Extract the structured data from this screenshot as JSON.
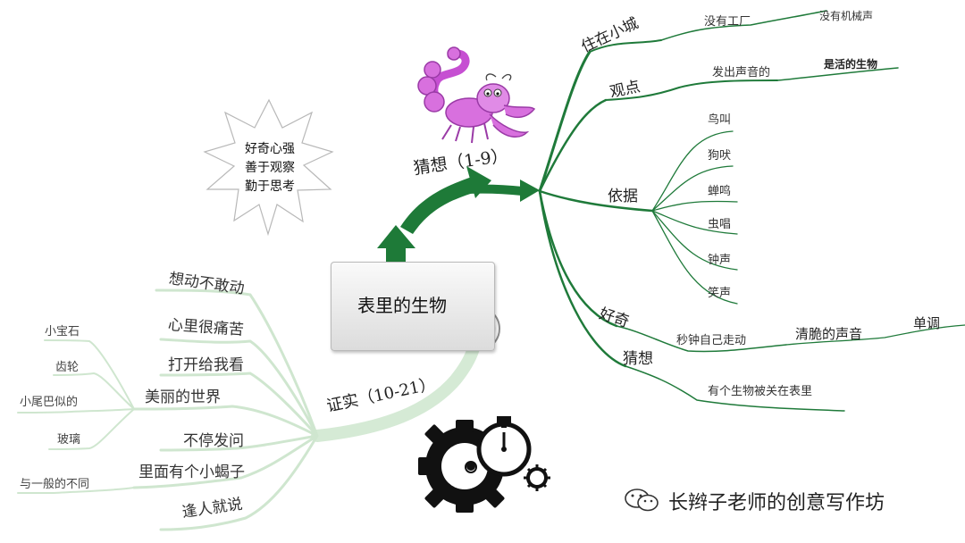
{
  "center": {
    "title": "表里的生物"
  },
  "star": {
    "lines": [
      "好奇心强",
      "善于观察",
      "勤于思考"
    ]
  },
  "right": {
    "main_label": "猜想（1-9）",
    "live": {
      "label": "住在小城",
      "child": "没有工厂",
      "leaf": "没有机械声"
    },
    "view": {
      "label": "观点",
      "child": "发出声音的",
      "leaf": "是活的生物"
    },
    "basis": {
      "label": "依据",
      "items": [
        "鸟叫",
        "狗吠",
        "蝉鸣",
        "虫唱",
        "钟声",
        "笑声"
      ]
    },
    "curious": {
      "label": "好奇",
      "child": "秒钟自己走动",
      "grand": "清脆的声音",
      "leaf": "单调"
    },
    "guess": {
      "label": "猜想",
      "child": "有个生物被关在表里"
    }
  },
  "left": {
    "main_label": "证实（10-21）",
    "items": [
      "想动不敢动",
      "心里很痛苦",
      "打开给我看",
      "美丽的世界",
      "不停发问",
      "里面有个小蝎子",
      "逢人就说"
    ],
    "world_children": [
      "小宝石",
      "齿轮",
      "小尾巴似的",
      "玻璃"
    ],
    "scorpion_child": "与一般的不同"
  },
  "watermark": {
    "text": "长辫子老师的创意写作坊"
  },
  "icons": [
    "scorpion-illustration",
    "stopwatch-icon",
    "gears-stopwatch-icon",
    "wechat-icon"
  ],
  "colors": {
    "right_branch": "#1f7a3a",
    "arrow": "#1e7a38",
    "left_branch": "#cfe6cf",
    "left_main": "#d5ead5"
  }
}
